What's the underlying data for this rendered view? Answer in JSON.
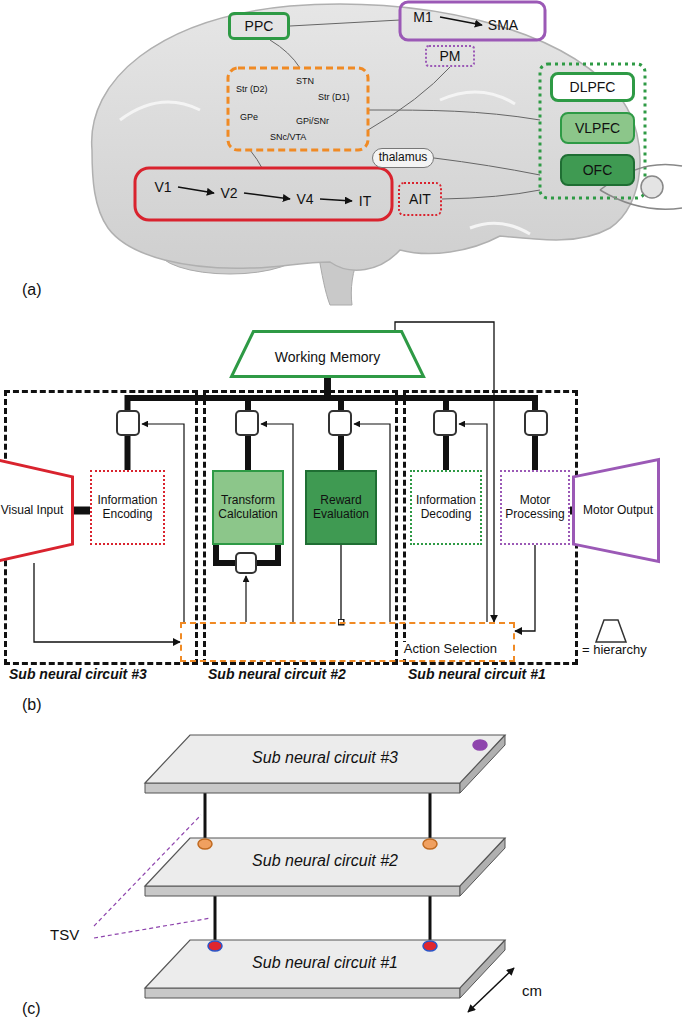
{
  "diagram": {
    "nodes": [
      {
        "text": [
          "PPC"
        ]
      },
      {
        "text": [
          "M1"
        ]
      },
      {
        "text": [
          "SMA"
        ]
      },
      {
        "text": [
          "PM"
        ]
      },
      {
        "text": [
          "DLPFC"
        ]
      },
      {
        "text": [
          "VLPFC"
        ]
      },
      {
        "text": [
          "OFC"
        ]
      },
      {
        "text": [
          "thalamus"
        ]
      },
      {
        "text": [
          "V1"
        ]
      },
      {
        "text": [
          "V2"
        ]
      },
      {
        "text": [
          "V4"
        ]
      },
      {
        "text": [
          "IT"
        ]
      },
      {
        "text": [
          "AIT"
        ]
      },
      {
        "text": [
          "Working Memory"
        ]
      },
      {
        "text": [
          "Sub neural circuit #3"
        ]
      },
      {
        "text": [
          "Visual Input"
        ],
        "in": 14
      },
      {
        "text": [
          "Information Encoding"
        ],
        "in": 14
      },
      {
        "text": [
          "Sub neural circuit #2"
        ]
      },
      {
        "text": [
          "Transform Calculation"
        ],
        "in": 17
      },
      {
        "text": [
          "Reward Evaluation"
        ],
        "in": 17
      },
      {
        "text": [
          "Sub neural circuit #1"
        ]
      },
      {
        "text": [
          "Information Decoding"
        ],
        "in": 20
      },
      {
        "text": [
          "Motor Processing"
        ],
        "in": 20
      },
      {
        "text": [
          "Motor Output"
        ]
      },
      {
        "text": [
          "Action Selection"
        ]
      },
      {
        "text": [
          "Sub neural circuit #3"
        ]
      },
      {
        "text": [
          "Sub neural circuit #2"
        ]
      },
      {
        "text": [
          "Sub neural circuit #1"
        ]
      }
    ],
    "edges": [
      {
        "from": 1,
        "to": 2,
        "arrow": "to"
      },
      {
        "from": 8,
        "to": 9,
        "arrow": "to"
      },
      {
        "from": 9,
        "to": 10,
        "arrow": "to"
      },
      {
        "from": 10,
        "to": 11,
        "arrow": "to"
      },
      {
        "from": 15,
        "to": 16,
        "arrow": "none"
      },
      {
        "from": 13,
        "to": 16,
        "arrow": "none"
      },
      {
        "from": 13,
        "to": 18,
        "arrow": "none"
      },
      {
        "from": 13,
        "to": 19,
        "arrow": "none"
      },
      {
        "from": 13,
        "to": 21,
        "arrow": "none"
      },
      {
        "from": 13,
        "to": 22,
        "arrow": "none"
      },
      {
        "from": 22,
        "to": 23,
        "arrow": "none"
      },
      {
        "from": 15,
        "to": 24,
        "arrow": "to"
      },
      {
        "from": 19,
        "to": 24,
        "arrow": "none"
      },
      {
        "from": 22,
        "to": 24,
        "arrow": "to"
      },
      {
        "from": 13,
        "to": 24,
        "arrow": "to"
      },
      {
        "from": 25,
        "to": 26,
        "arrow": "none"
      },
      {
        "from": 25,
        "to": 26,
        "arrow": "none"
      },
      {
        "from": 26,
        "to": 27,
        "arrow": "none"
      },
      {
        "from": 26,
        "to": 27,
        "arrow": "none"
      }
    ],
    "labels": [
      "Str (D2)",
      "STN",
      "Str (D1)",
      "GPe",
      "GPi/SNr",
      "SNc/VTA",
      "(a)",
      "(b)",
      "TSV",
      "cm",
      "(c)"
    ],
    "legend": [
      {
        "text": "= hierarchy"
      }
    ]
  }
}
